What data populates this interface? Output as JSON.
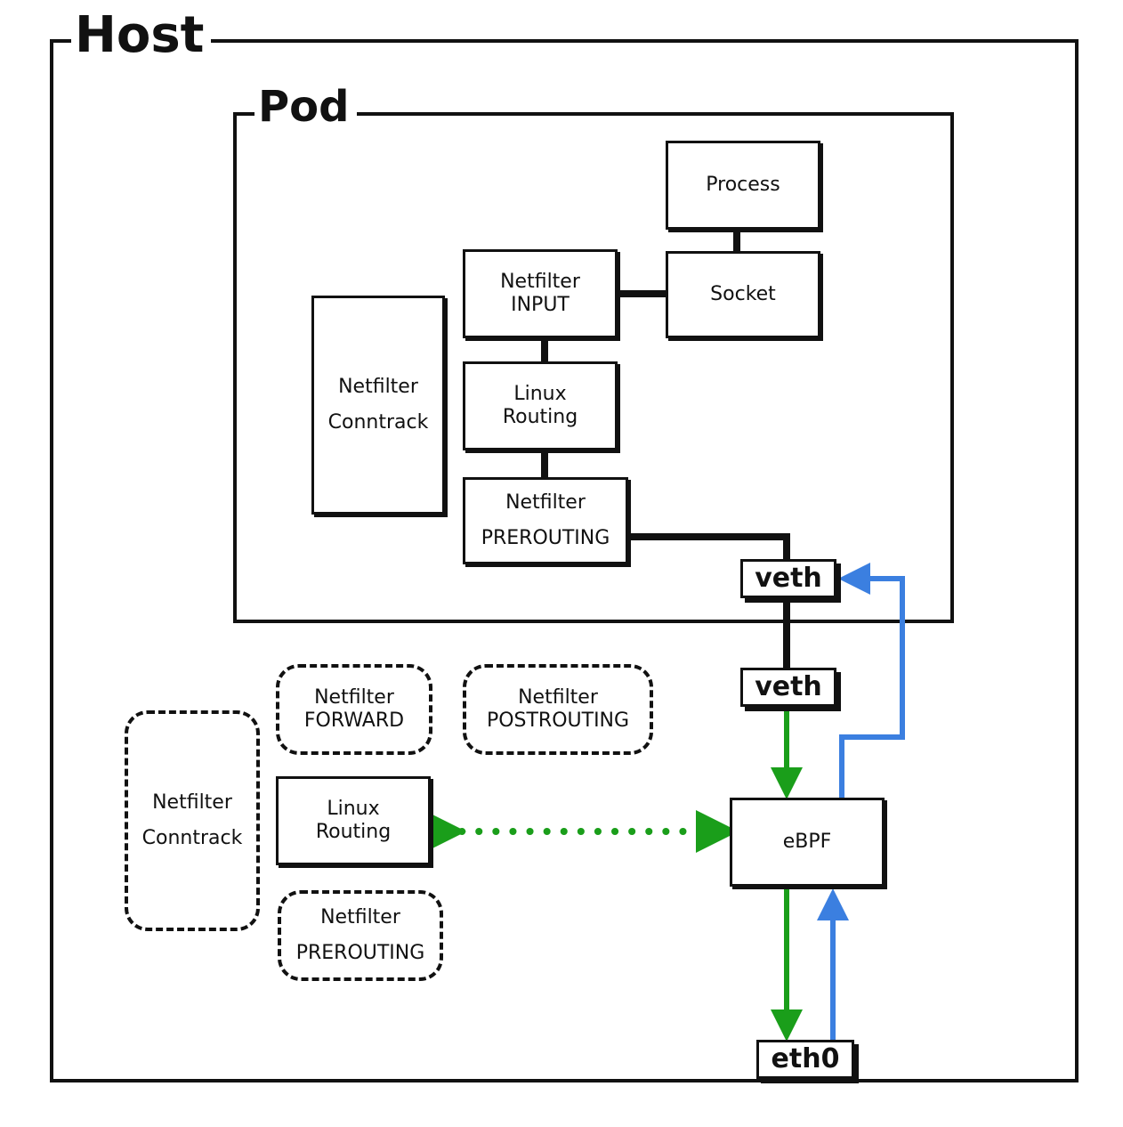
{
  "host": {
    "title": "Host"
  },
  "pod": {
    "title": "Pod"
  },
  "pod_nodes": {
    "process": "Process",
    "socket": "Socket",
    "netfilter_input": [
      "Netfilter",
      "INPUT"
    ],
    "linux_routing": [
      "Linux",
      "Routing"
    ],
    "netfilter_prerouting": [
      "Netfilter",
      "PREROUTING"
    ],
    "netfilter_conntrack": [
      "Netfilter",
      "Conntrack"
    ],
    "veth": "veth"
  },
  "host_nodes": {
    "veth": "veth",
    "ebpf": "eBPF",
    "eth0": "eth0",
    "netfilter_forward": [
      "Netfilter",
      "FORWARD"
    ],
    "netfilter_postrouting": [
      "Netfilter",
      "POSTROUTING"
    ],
    "netfilter_conntrack": [
      "Netfilter",
      "Conntrack"
    ],
    "linux_routing": [
      "Linux",
      "Routing"
    ],
    "netfilter_prerouting": [
      "Netfilter",
      "PREROUTING"
    ]
  },
  "colors": {
    "ingress_path": "#1a9e1a",
    "egress_path": "#3b7fe0",
    "outline": "#111111"
  }
}
